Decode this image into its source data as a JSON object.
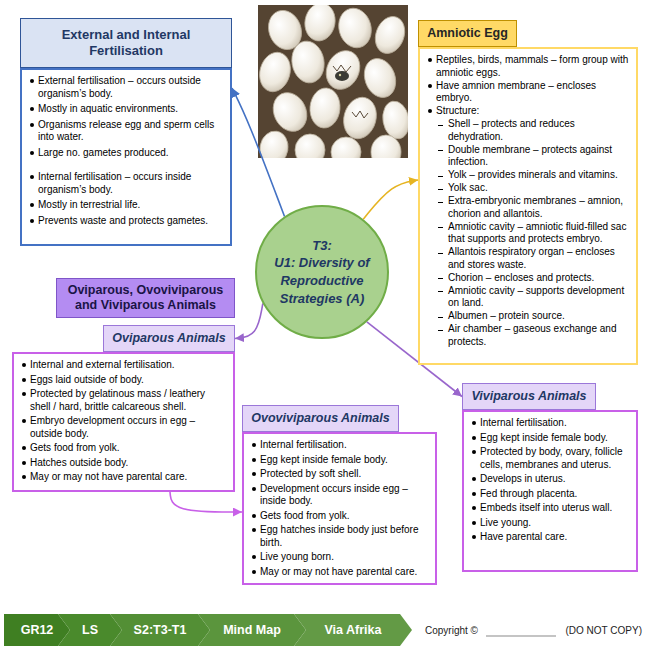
{
  "diagram": {
    "nodes": [
      {
        "text": [
          "External and Internal Fertilisation"
        ]
      },
      {
        "text": [
          "External fertilisation – occurs outside organism’s body.",
          "Mostly in aquatic environments.",
          "Organisms release egg and sperm cells into water.",
          "Large no. gametes produced.",
          "Internal fertilisation – occurs inside organism’s body.",
          "Mostly in terrestrial life.",
          "Prevents waste and protects gametes."
        ]
      },
      {
        "text": [
          "Amniotic Egg"
        ]
      },
      {
        "text": [
          "Reptiles, birds, mammals – form group with amniotic eggs.",
          "Have amnion membrane – encloses embryo.",
          "Structure:",
          "Shell – protects and reduces dehydration.",
          "Double membrane – protects against infection.",
          "Yolk – provides minerals and vitamins.",
          "Yolk sac.",
          "Extra-embryonic membranes – amnion, chorion and allantois.",
          "Amniotic cavity – amniotic fluid-filled sac that supports and protects embryo.",
          "Allantois respiratory organ – encloses and stores waste.",
          "Chorion – encloses and protects.",
          "Amniotic cavity – supports development on land.",
          "Albumen – protein source.",
          "Air chamber – gaseous exchange and protects."
        ]
      },
      {
        "text": [
          "T3:",
          "U1: Diversity of Reproductive Strategies (A)"
        ]
      },
      {
        "text": [
          "Oviparous, Ovoviviparous and Viviparous Animals"
        ]
      },
      {
        "text": [
          "Oviparous Animals"
        ]
      },
      {
        "text": [
          "Internal and external fertilisation.",
          "Eggs laid outside of body.",
          "Protected by gelatinous mass / leathery shell / hard, brittle calcareous shell.",
          "Embryo development occurs in egg – outside body.",
          "Gets food from yolk.",
          "Hatches outside body.",
          "May or may not have parental care."
        ]
      },
      {
        "text": [
          "Viviparous Animals"
        ]
      },
      {
        "text": [
          "Internal fertilisation.",
          "Egg kept inside female body.",
          "Protected by body, ovary, follicle cells, membranes and uterus.",
          "Develops in uterus.",
          "Fed through placenta.",
          "Embeds itself into uterus wall.",
          "Live young.",
          "Have parental care."
        ]
      },
      {
        "text": [
          "Ovoviviparous Animals"
        ]
      },
      {
        "text": [
          "Internal fertilisation.",
          "Egg kept inside female body.",
          "Protected by soft shell.",
          "Development occurs inside egg – inside body.",
          "Gets food from yolk.",
          "Egg hatches inside body just before birth.",
          "Live young born.",
          "May or may not have parental care."
        ]
      },
      {
        "text": [
          "GR12"
        ]
      },
      {
        "text": [
          "LS"
        ]
      },
      {
        "text": [
          "S2:T3-T1"
        ]
      },
      {
        "text": [
          "Mind Map"
        ]
      },
      {
        "text": [
          "Via Afrika"
        ]
      }
    ],
    "edges": [
      {
        "from": 4,
        "to": 1,
        "arrow": "to"
      },
      {
        "from": 4,
        "to": 3,
        "arrow": "to"
      },
      {
        "from": 4,
        "to": 6,
        "arrow": "to"
      },
      {
        "from": 4,
        "to": 8,
        "arrow": "to"
      },
      {
        "from": 7,
        "to": 11,
        "arrow": "to"
      }
    ],
    "labels": [
      "Copyright ©",
      "(DO NOT COPY)"
    ]
  }
}
